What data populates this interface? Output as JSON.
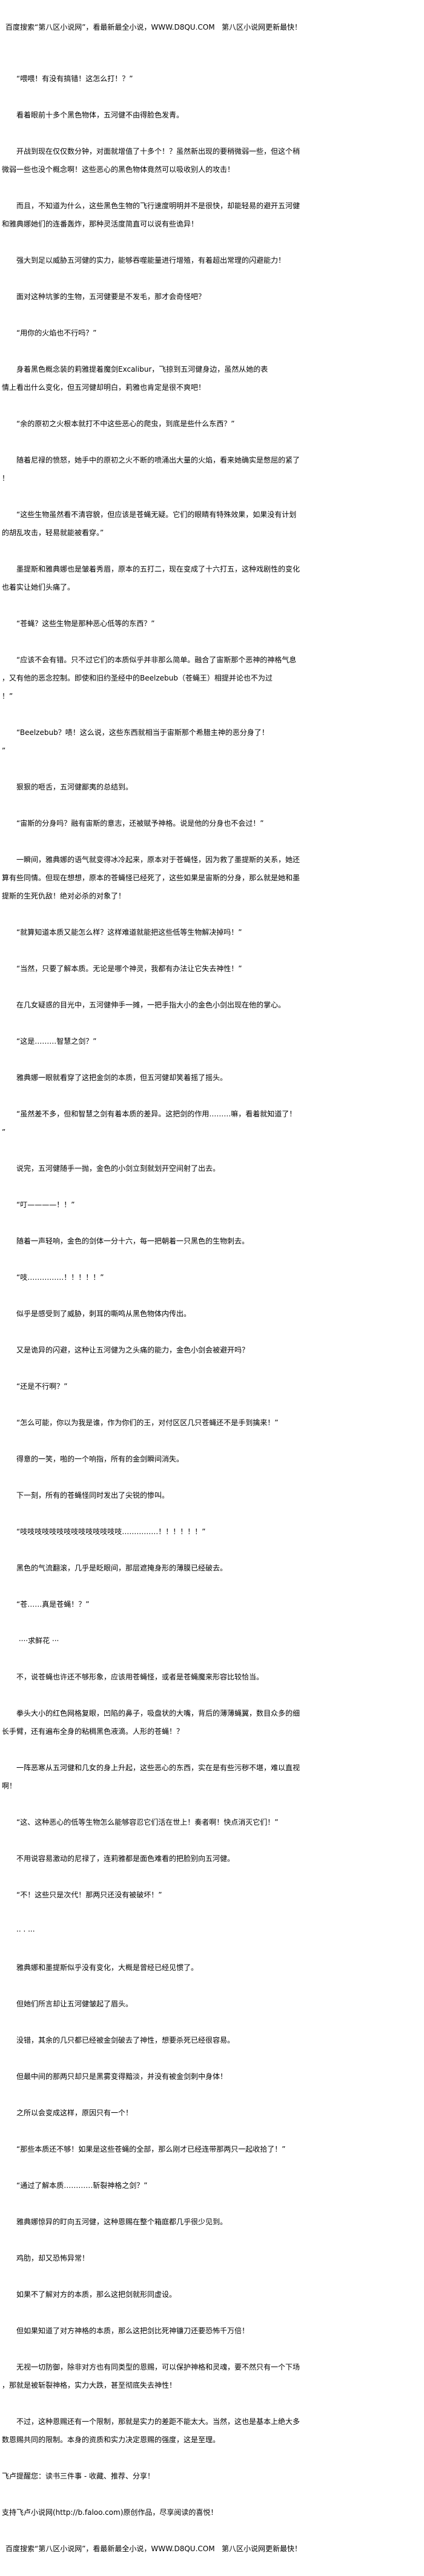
{
  "site_banner": "百度搜索“第八区小说网”，看最新最全小说，WWW.D8QU.COM   第八区小说网更新最快！",
  "paragraphs": [
    "“喂喂！有没有搞错！这怎么打！？”",
    "看着眼前十多个黑色物体，五河健不由得脸色发青。",
    "开战到现在仅仅数分钟，对面就增值了十多个！？虽然新出现的要稍微弱一些，但这个稍\n微弱一些也没个概念啊！这些恶心的黑色物体竟然可以吸收别人的攻击！",
    "而且，不知道为什么，这些黑色生物的飞行速度明明并不是很快，却能轻易的避开五河健\n和雅典娜她们的连番轰炸，那种灵活度简直可以说有些诡异！",
    "强大到足以威胁五河健的实力，能够吞噬能量进行增殖，有着超出常理的闪避能力！",
    "面对这种坑爹的生物，五河健要是不发毛，那才会奇怪吧？",
    "“用你的火焰也不行吗？”",
    "身着黑色概念装的莉雅提着魔剑Excalibur，飞掠到五河健身边，虽然从她的表\n情上看出什么变化，但五河健却明白，莉雅也肯定是很不爽吧！",
    "“余的原初之火根本就打不中这些恶心的爬虫，到底是些什么东西？”",
    "随着尼禄的愤怒，她手中的原初之火不断的喷涌出大量的火焰，看来她确实是憋屈的紧了\n！",
    "“这些生物虽然看不清容貌，但应该是苍蝇无疑。它们的眼睛有特殊效果，如果没有计划\n的胡乱攻击，轻易就能被看穿。”",
    "墨提斯和雅典娜也是皱着秀眉，原本的五打二，现在变成了十六打五，这种戏剧性的变化\n也着实让她们头痛了。",
    "“苍蝇？这些生物是那种恶心低等的东西？”",
    "“应该不会有错。只不过它们的本质似乎并非那么简单。融合了宙斯那个恶神的神格气息\n，又有他的恶念控制。即使和旧约圣经中的Beelzebub（苍蝇王）相提并论也不为过\n！”",
    "“Beelzebub？啧！这么说，这些东西就相当于宙斯那个希腊主神的恶分身了！\n”",
    "狠狠的咂舌，五河健鄙夷的总结到。",
    "“宙斯的分身吗？融有宙斯的意志，还被赋予神格。说是他的分身也不会过！”",
    "一瞬间，雅典娜的语气就变得冰冷起来，原本对于苍蝇怪，因为救了墨提斯的关系，她还\n算有些同情。但现在想想，原本的苍蝇怪已经死了，这些如果是宙斯的分身，那么就是她和墨\n提斯的生死仇敌！绝对必杀的对象了！",
    "“就算知道本质又能怎么样？这样难道就能把这些低等生物解决掉吗！”",
    "“当然，只要了解本质。无论是哪个神灵，我都有办法让它失去神性！”",
    "在几女疑惑的目光中，五河健伸手一摊，一把手指大小的金色小剑出现在他的掌心。",
    "“这是………智慧之剑？”",
    "雅典娜一眼就看穿了这把金剑的本质，但五河健却笑着摇了摇头。",
    "“虽然差不多，但和智慧之剑有着本质的差异。这把剑的作用………嘛，看着就知道了！\n”",
    "说完，五河健随手一抛，金色的小剑立刻就划开空间射了出去。",
    "“叮————！！”",
    "随着一声轻响，金色的剑体一分十六，每一把朝着一只黑色的生物刺去。",
    "“吱……………！！！！！”",
    "似乎是感受到了威胁，刺耳的嘶鸣从黑色物体内传出。",
    "又是诡异的闪避，这种让五河健为之头痛的能力，金色小剑会被避开吗？",
    "“还是不行啊？”",
    "“怎么可能，你以为我是谁，作为你们的王，对付区区几只苍蝇还不是手到擒来！”",
    "得意的一笑，啪的一个响指，所有的金剑瞬间消失。",
    "下一刻，所有的苍蝇怪同时发出了尖锐的惨叫。",
    "“吱吱吱吱吱吱吱吱吱吱吱吱吱吱……………！！！！！！”",
    "黑色的气流翻滚，几乎是眨眼间，那层遮掩身形的薄膜已经破去。",
    "“苍……真是苍蝇！？”",
    " ····求鲜花 ···",
    "不，说苍蝇也许还不够形象，应该用苍蝇怪，或者是苍蝇魔来形容比较恰当。",
    "拳头大小的红色网格复眼，凹陷的鼻子，吸盘状的大嘴，背后的薄薄蝇翼，数目众多的细\n长手臂，还有遍布全身的粘稠黑色液滴。人形的苍蝇！？",
    "一阵恶寒从五河健和几女的身上升起，这些恶心的东西，实在是有些污秽不堪，难以直视\n啊！",
    "“这、这种恶心的低等生物怎么能够容忍它们活在世上！奏者啊！快点消灭它们！”",
    "不用说容易激动的尼禄了，连莉雅都是面色难看的把脸别向五河健。",
    "“不！这些只是次代！那两只还没有被破坏！”",
    "·· · ···",
    "雅典娜和墨提斯似乎没有变化，大概是曾经已经见惯了。",
    "但她们所言却让五河健皱起了眉头。",
    "没错，其余的几只都已经被金剑破去了神性，想要杀死已经很容易。",
    "但最中间的那两只却只是黑雾变得黯淡，并没有被金剑刺中身体！",
    "之所以会变成这样，原因只有一个！",
    "“那些本质还不够！如果是这些苍蝇的全部，那么刚才已经连带那两只一起收拾了！”",
    "“通过了解本质…………斩裂神格之剑？”",
    "雅典娜惊异的盯向五河健，这种恩赐在整个箱庭都几乎很少见到。",
    "鸡肋，却又恐怖异常！",
    "如果不了解对方的本质，那么这把剑就形同虚设。",
    "但如果知道了对方神格的本质，那么这把剑比死神镰刀还要恐怖千万倍！",
    "无视一切防御，除非对方也有同类型的恩赐，可以保护神格和灵魂，要不然只有一个下场\n，那就是被斩裂神格，实力大跌，甚至彻底失去神性！",
    "不过，这种恩赐还有一个限制，那就是实力的差距不能太大。当然，这也是基本上绝大多\n数恩赐共同的限制。本身的资质和实力决定恩赐的强度，这是至理。"
  ],
  "footer": {
    "reminder": "飞卢提醒您：读书三件事 - 收藏、推荐、分享！",
    "support": "支持飞卢小说网(http://b.faloo.com)原创作品，尽享阅读的喜悦！",
    "site_banner": "百度搜索“第八区小说网”，看最新最全小说，WWW.D8QU.COM   第八区小说网更新最快！"
  }
}
